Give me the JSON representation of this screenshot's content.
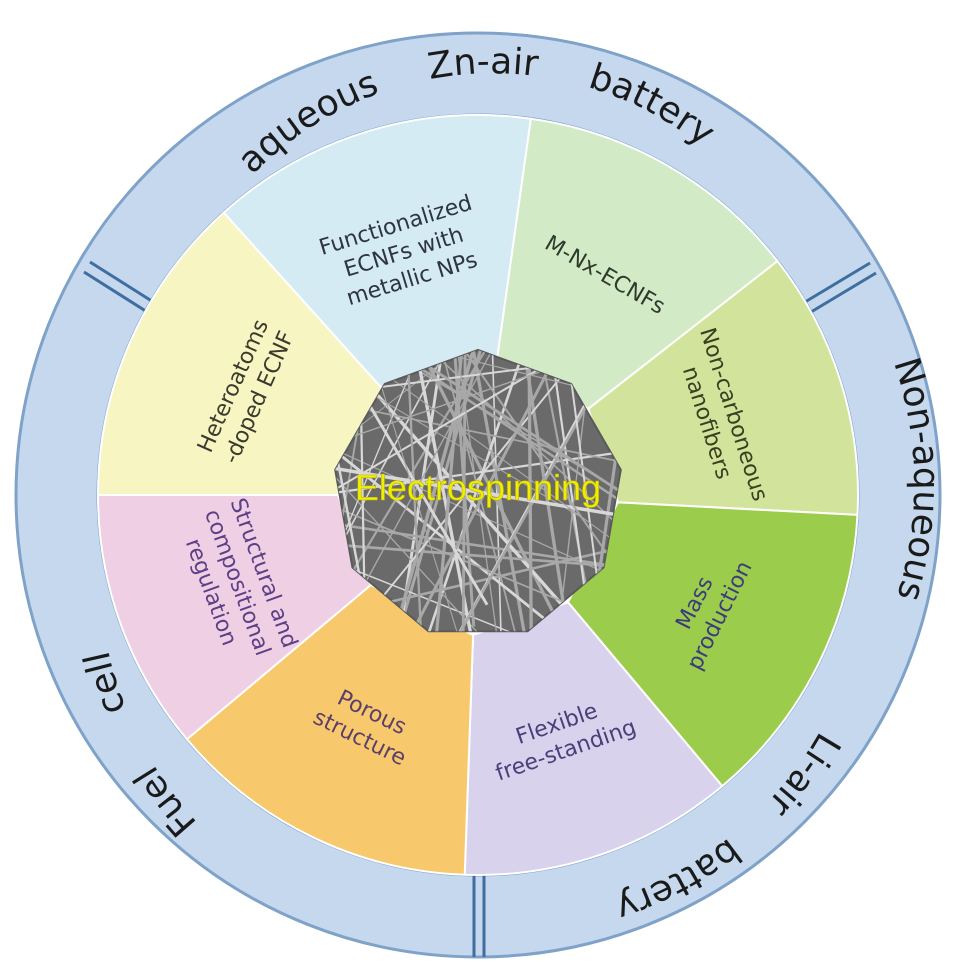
{
  "colors": {
    "outer_ring": "#c5d8ee",
    "ring_border": "#7fa2c9",
    "divider": "#3f6e9f",
    "center": "#6a6a6a",
    "fiber": "#bdbdbd"
  },
  "center_label": "Electrospinning",
  "ring_labels": {
    "top": [
      "aqueous",
      "Zn-air",
      "battery"
    ],
    "right": [
      "Non-aqueous"
    ],
    "bottom_right": [
      "Li-air",
      "battery"
    ],
    "left": [
      "Fuel",
      "cell"
    ]
  },
  "segments": [
    {
      "key": "heteroatoms",
      "lines": [
        "Heteroatoms",
        "-doped ECNF"
      ],
      "fill": "#f7f5c2",
      "text_color": "#3a3a2e"
    },
    {
      "key": "functionalized",
      "lines": [
        "Functionalized",
        "ECNFs with",
        "metallic NPs"
      ],
      "fill": "#d5ebf3",
      "text_color": "#2e3440"
    },
    {
      "key": "mnx",
      "lines": [
        "M-Nx-ECNFs"
      ],
      "fill": "#d3eac7",
      "text_color": "#2f3a2a"
    },
    {
      "key": "non-carboneous",
      "lines": [
        "Non-carboneous",
        "nanofibers"
      ],
      "fill": "#d2e49c",
      "text_color": "#3a3f22"
    },
    {
      "key": "mass",
      "lines": [
        "Mass",
        "production"
      ],
      "fill": "#9ccc4c",
      "text_color": "#3c3c7a"
    },
    {
      "key": "flexible",
      "lines": [
        "Flexible",
        "free-standing"
      ],
      "fill": "#d8d2ec",
      "text_color": "#4b3f7a"
    },
    {
      "key": "porous",
      "lines": [
        "Porous",
        "structure"
      ],
      "fill": "#f8c96c",
      "text_color": "#5a3f6a"
    },
    {
      "key": "structural",
      "lines": [
        "Structural and",
        "compositional",
        "regulation"
      ],
      "fill": "#efcfe3",
      "text_color": "#5c3f86"
    }
  ]
}
